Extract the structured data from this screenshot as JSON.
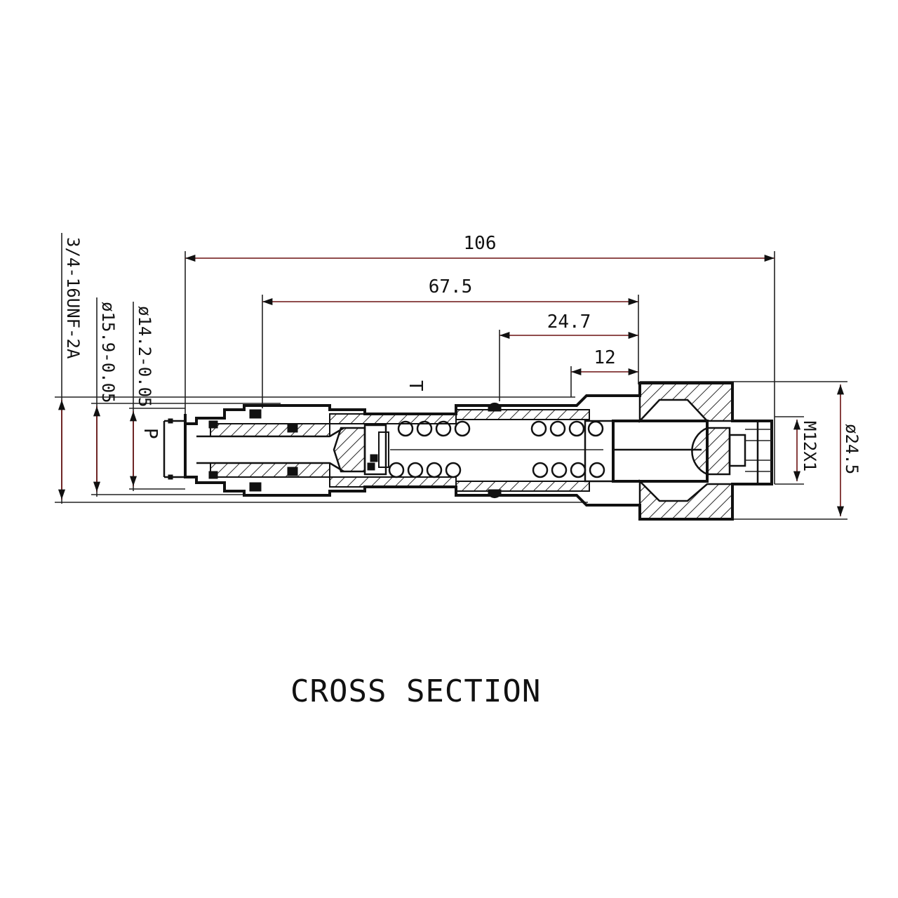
{
  "drawing": {
    "title": "CROSS SECTION",
    "dimensions": {
      "overall_length": "106",
      "length_67_5": "67.5",
      "length_24_7": "24.7",
      "length_12": "12",
      "thread_major": "3/4-16UNF-2A",
      "dia_15_9": "ø15.9-0.05",
      "dia_14_2": "ø14.2-0.05",
      "outer_dia": "ø24.5",
      "adjust_thread": "M12X1"
    },
    "ports": {
      "pressure": "P",
      "tank": "T"
    },
    "colors": {
      "lines": "#111111",
      "dimension_lines": "#6b1010",
      "background": "#ffffff"
    }
  }
}
